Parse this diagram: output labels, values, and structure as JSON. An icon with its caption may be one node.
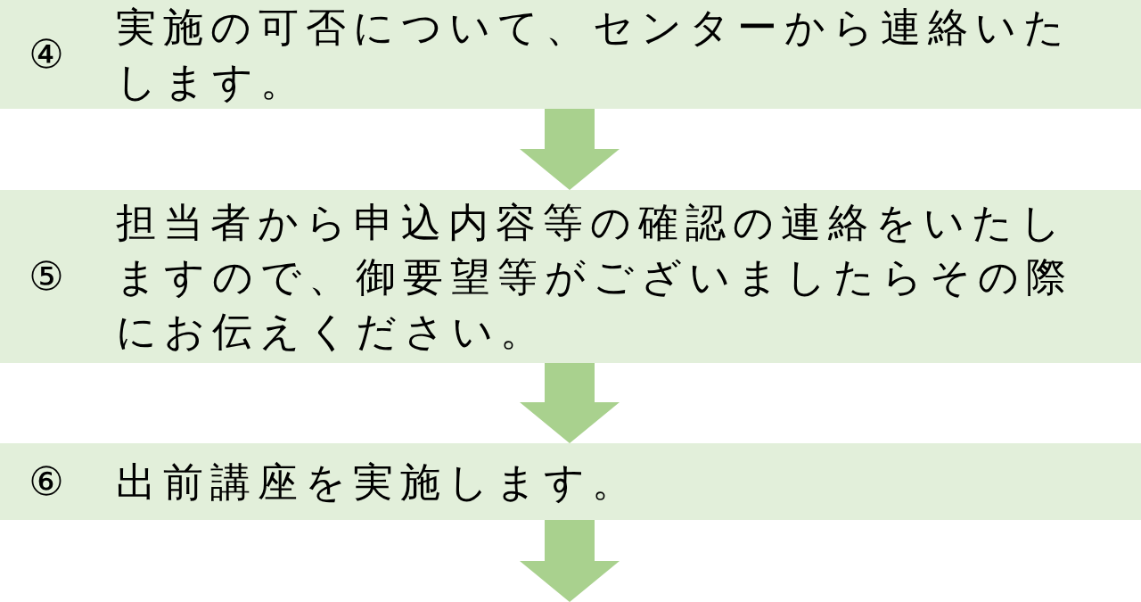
{
  "diagram": {
    "nodes": [
      {
        "text": [
          "④",
          "実施の可否について、センターから連絡いたします。"
        ]
      },
      {
        "text": [
          "⑤",
          "担当者から申込内容等の確認の連絡をいたしますので、御要望等がございましたらその際にお伝えください。"
        ]
      },
      {
        "text": [
          "⑥",
          "出前講座を実施します。"
        ]
      }
    ],
    "edges": [
      {
        "from": 0,
        "to": 1,
        "arrow": "to"
      },
      {
        "from": 1,
        "to": 2,
        "arrow": "to"
      },
      {
        "from": 2,
        "to": null,
        "arrow": "to"
      }
    ]
  }
}
